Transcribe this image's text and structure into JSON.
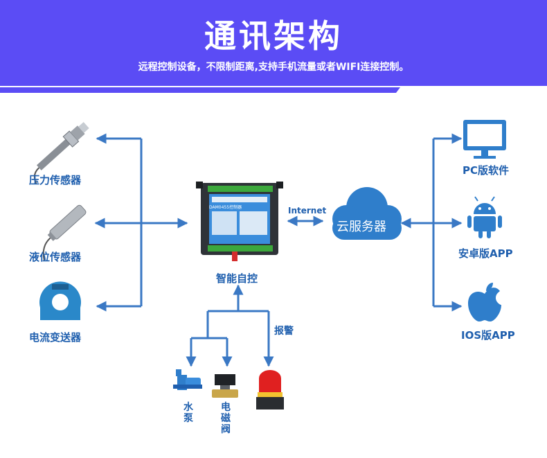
{
  "header": {
    "title": "通讯架构",
    "subtitle": "远程控制设备，不限制距离,支持手机流量或者WIFI连接控制。"
  },
  "colors": {
    "banner": "#5b4cf5",
    "label": "#1f5fae",
    "line": "#3a78c4"
  },
  "sensors": [
    {
      "label": "压力传感器",
      "icon": "pressure-sensor-icon"
    },
    {
      "label": "液位传感器",
      "icon": "level-sensor-icon"
    },
    {
      "label": "电流变送器",
      "icon": "current-transformer-icon"
    }
  ],
  "controller": {
    "label": "智能自控",
    "board_text": "DAM0455控制器"
  },
  "link": {
    "label": "Internet"
  },
  "cloud": {
    "label": "云服务器"
  },
  "clients": [
    {
      "label": "PC版软件",
      "icon": "monitor-icon"
    },
    {
      "label": "安卓版APP",
      "icon": "android-icon"
    },
    {
      "label": "IOS版APP",
      "icon": "apple-icon"
    }
  ],
  "actuators": [
    {
      "label": "水泵",
      "icon": "water-pump-icon"
    },
    {
      "label": "电磁阀",
      "icon": "solenoid-valve-icon"
    }
  ],
  "alarm": {
    "label": "报警",
    "icon": "alarm-light-icon"
  }
}
